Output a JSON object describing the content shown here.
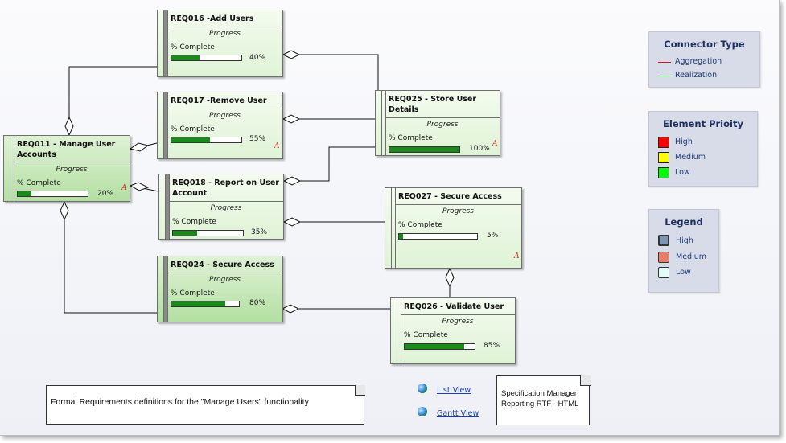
{
  "nodes": {
    "req016": {
      "title": "REQ016 -Add Users",
      "progress_label": "Progress",
      "complete_label": "% Complete",
      "percent": 40,
      "percent_text": "40%",
      "marker": ""
    },
    "req017": {
      "title": "REQ017 -Remove User",
      "progress_label": "Progress",
      "complete_label": "% Complete",
      "percent": 55,
      "percent_text": "55%",
      "marker": "A"
    },
    "req011": {
      "title": "REQ011 - Manage User Accounts",
      "progress_label": "Progress",
      "complete_label": "% Complete",
      "percent": 20,
      "percent_text": "20%",
      "marker": "A"
    },
    "req018": {
      "title": "REQ018 - Report on User Account",
      "progress_label": "Progress",
      "complete_label": "% Complete",
      "percent": 35,
      "percent_text": "35%",
      "marker": ""
    },
    "req024": {
      "title": "REQ024 - Secure Access",
      "progress_label": "Progress",
      "complete_label": "% Complete",
      "percent": 80,
      "percent_text": "80%",
      "marker": ""
    },
    "req025": {
      "title": "REQ025 - Store User Details",
      "progress_label": "Progress",
      "complete_label": "% Complete",
      "percent": 100,
      "percent_text": "100%",
      "marker": "A"
    },
    "req027": {
      "title": "REQ027 - Secure Access",
      "progress_label": "Progress",
      "complete_label": "% Complete",
      "percent": 5,
      "percent_text": "5%",
      "marker": "A"
    },
    "req026": {
      "title": "REQ026 - Validate User",
      "progress_label": "Progress",
      "complete_label": "% Complete",
      "percent": 85,
      "percent_text": "85%",
      "marker": ""
    }
  },
  "connector_legend": {
    "title": "Connector Type",
    "items": [
      {
        "label": "Aggregation",
        "color": "#e01010"
      },
      {
        "label": "Realization",
        "color": "#22b822"
      }
    ]
  },
  "priority_legend": {
    "title": "Element Prioity",
    "items": [
      {
        "label": "High",
        "color": "#ff0000"
      },
      {
        "label": "Medium",
        "color": "#ffff00"
      },
      {
        "label": "Low",
        "color": "#00ff00"
      }
    ]
  },
  "legend": {
    "title": "Legend",
    "items": [
      {
        "label": "High",
        "color": "#7b95b5"
      },
      {
        "label": "Medium",
        "color": "#e87d6a"
      },
      {
        "label": "Low",
        "color": "#e0fff6"
      }
    ]
  },
  "notes": {
    "formal": "Formal Requirements definitions for the \"Manage Users\" functionality",
    "spec_line1": "Specification Manager",
    "spec_line2": "Reporting RTF - HTML"
  },
  "links": {
    "list_view": "List View",
    "gantt_view": "Gantt View"
  },
  "colors": {
    "node_fill": "#dff3d6",
    "progress_fill": "#1a8a1a",
    "panel_bg": "#d8dce8",
    "panel_title": "#1c2f5f"
  }
}
